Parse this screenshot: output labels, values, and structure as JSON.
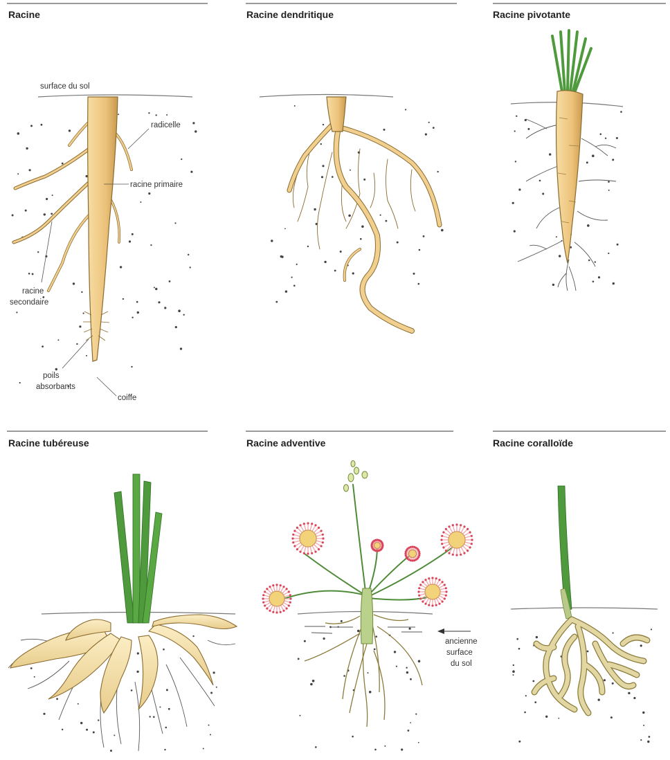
{
  "panels": [
    {
      "title": "Racine"
    },
    {
      "title": "Racine dendritique"
    },
    {
      "title": "Racine pivotante"
    },
    {
      "title": "Racine tubéreuse"
    },
    {
      "title": "Racine adventive"
    },
    {
      "title": "Racine coralloïde"
    }
  ],
  "labels": {
    "surface": "surface du sol",
    "radicelle": "radicelle",
    "racine_primaire": "racine primaire",
    "racine_secondaire_1": "racine",
    "racine_secondaire_2": "secondaire",
    "poils_1": "poils",
    "poils_2": "absorbants",
    "coiffe": "coiffe",
    "ancienne_1": "ancienne",
    "ancienne_2": "surface",
    "ancienne_3": "du sol"
  },
  "colors": {
    "root": "#f1cf8e",
    "root_stroke": "#8a6a2e",
    "stem": "#4e9a3c",
    "stem_light": "#7cc05a",
    "flower": "#f2a0a6",
    "flower_center": "#f3d37a",
    "soil_line": "#777777",
    "coral": "#e2d7a3"
  }
}
